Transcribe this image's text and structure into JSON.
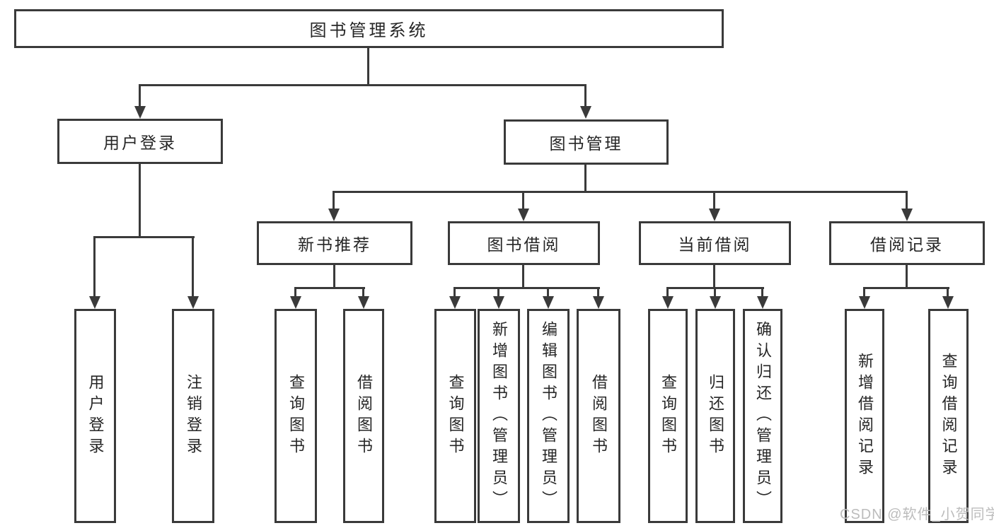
{
  "diagram": {
    "root": {
      "label": "图书管理系统"
    },
    "user_login": {
      "label": "用户登录",
      "children": [
        {
          "label": "用户登录"
        },
        {
          "label": "注销登录"
        }
      ]
    },
    "book_mgmt": {
      "label": "图书管理",
      "groups": [
        {
          "label": "新书推荐",
          "children": [
            {
              "label": "查询图书"
            },
            {
              "label": "借阅图书"
            }
          ]
        },
        {
          "label": "图书借阅",
          "children": [
            {
              "label": "查询图书"
            },
            {
              "label": "新增图书（管理员）"
            },
            {
              "label": "编辑图书（管理员）"
            },
            {
              "label": "借阅图书"
            }
          ]
        },
        {
          "label": "当前借阅",
          "children": [
            {
              "label": "查询图书"
            },
            {
              "label": "归还图书"
            },
            {
              "label": "确认归还（管理员）"
            }
          ]
        },
        {
          "label": "借阅记录",
          "children": [
            {
              "label": "新增借阅记录"
            },
            {
              "label": "查询借阅记录"
            }
          ]
        }
      ]
    }
  },
  "watermark": "CSDN @软件_小贺同学",
  "colors": {
    "line": "#3a3a3a",
    "text": "#262626",
    "box_background": "#ffffff",
    "watermark": "#bcbcbc",
    "page_background": "#ffffff"
  }
}
